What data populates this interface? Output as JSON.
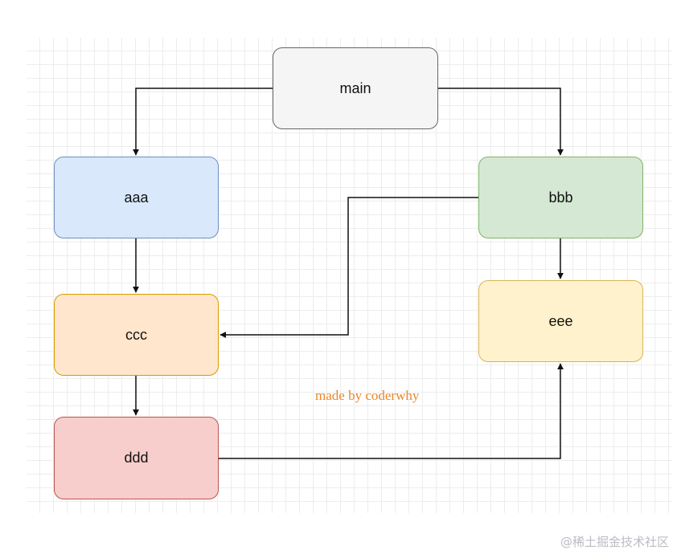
{
  "diagram": {
    "nodes": {
      "main": {
        "label": "main",
        "fill": "#f5f5f5",
        "stroke": "#666666"
      },
      "aaa": {
        "label": "aaa",
        "fill": "#dae8fc",
        "stroke": "#6c8ebf"
      },
      "bbb": {
        "label": "bbb",
        "fill": "#d5e8d4",
        "stroke": "#82b366"
      },
      "ccc": {
        "label": "ccc",
        "fill": "#ffe6cc",
        "stroke": "#d79b00"
      },
      "ddd": {
        "label": "ddd",
        "fill": "#f8cecc",
        "stroke": "#b85450"
      },
      "eee": {
        "label": "eee",
        "fill": "#fff2cc",
        "stroke": "#d6b656"
      }
    },
    "edges": [
      {
        "from": "main",
        "to": "aaa"
      },
      {
        "from": "main",
        "to": "bbb"
      },
      {
        "from": "aaa",
        "to": "ccc"
      },
      {
        "from": "bbb",
        "to": "ccc"
      },
      {
        "from": "bbb",
        "to": "eee"
      },
      {
        "from": "ccc",
        "to": "ddd"
      },
      {
        "from": "ddd",
        "to": "eee"
      }
    ],
    "edge_color": "#111111",
    "watermark": {
      "text": "made by coderwhy",
      "color": "#e8862a"
    }
  },
  "footer": {
    "credit": "@稀土掘金技术社区"
  }
}
